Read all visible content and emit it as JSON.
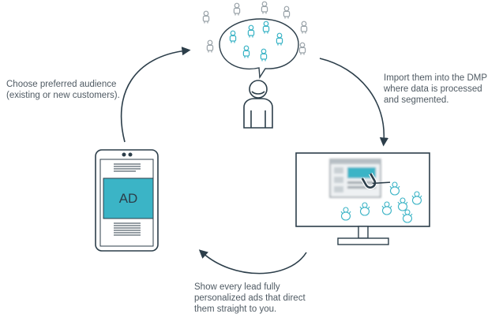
{
  "captions": {
    "choose": [
      "Choose preferred audience",
      "(existing or new customers)."
    ],
    "import": [
      "Import them into the DMP",
      "where data is processed",
      "and segmented."
    ],
    "show": [
      "Show every  lead fully",
      "personalized ads that direct",
      "them straight to you."
    ]
  },
  "ad_label": "AD",
  "colors": {
    "ink": "#2c3e4a",
    "teal": "#3bb4c6",
    "gray_icon": "#9aa3a9",
    "text": "#4f5a63"
  },
  "icons": [
    "person-icon",
    "phone-icon",
    "monitor-icon",
    "magnet-icon",
    "cycle-arrow-icon"
  ]
}
